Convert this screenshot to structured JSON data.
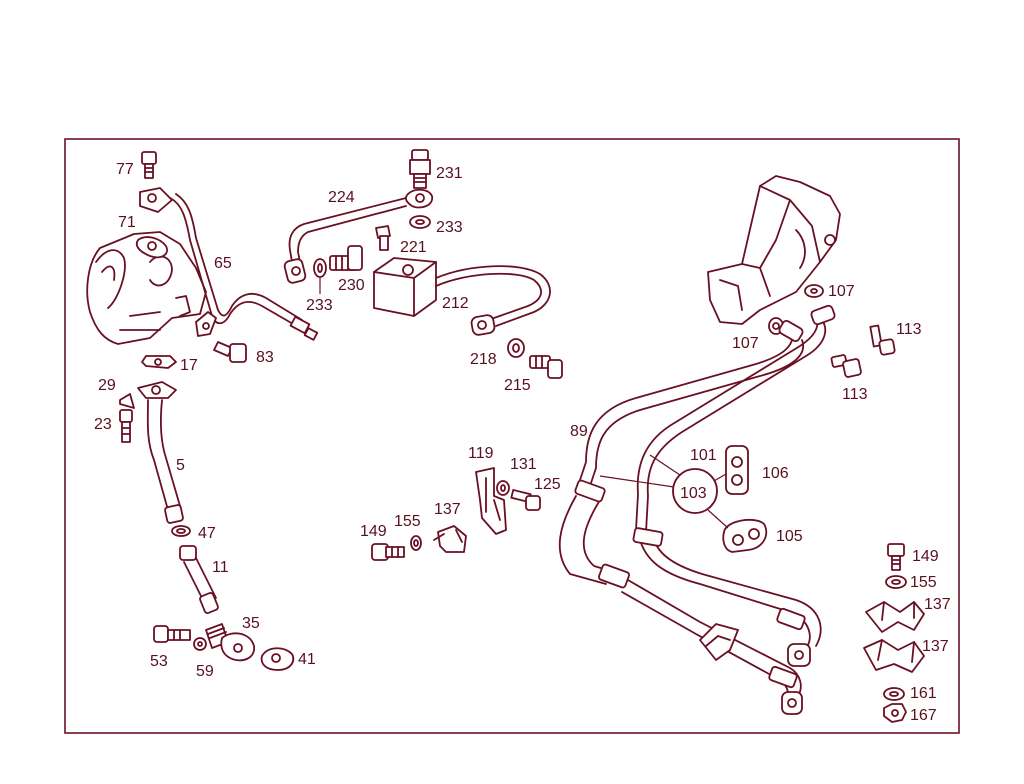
{
  "diagram": {
    "labels": {
      "l77": "77",
      "l71": "71",
      "l65": "65",
      "l17": "17",
      "l83": "83",
      "l29": "29",
      "l23": "23",
      "l5": "5",
      "l47": "47",
      "l11": "11",
      "l35": "35",
      "l53": "53",
      "l59": "59",
      "l41": "41",
      "l224": "224",
      "l231": "231",
      "l233a": "233",
      "l221": "221",
      "l233b": "233",
      "l230": "230",
      "l212": "212",
      "l218": "218",
      "l215": "215",
      "l107a": "107",
      "l107b": "107",
      "l113a": "113",
      "l113b": "113",
      "l89": "89",
      "l101": "101",
      "l103": "103",
      "l106": "106",
      "l105": "105",
      "l119": "119",
      "l131": "131",
      "l125": "125",
      "l137a": "137",
      "l149a": "149",
      "l155a": "155",
      "l149b": "149",
      "l155b": "155",
      "l137b": "137",
      "l137c": "137",
      "l161": "161",
      "l167": "167"
    }
  }
}
